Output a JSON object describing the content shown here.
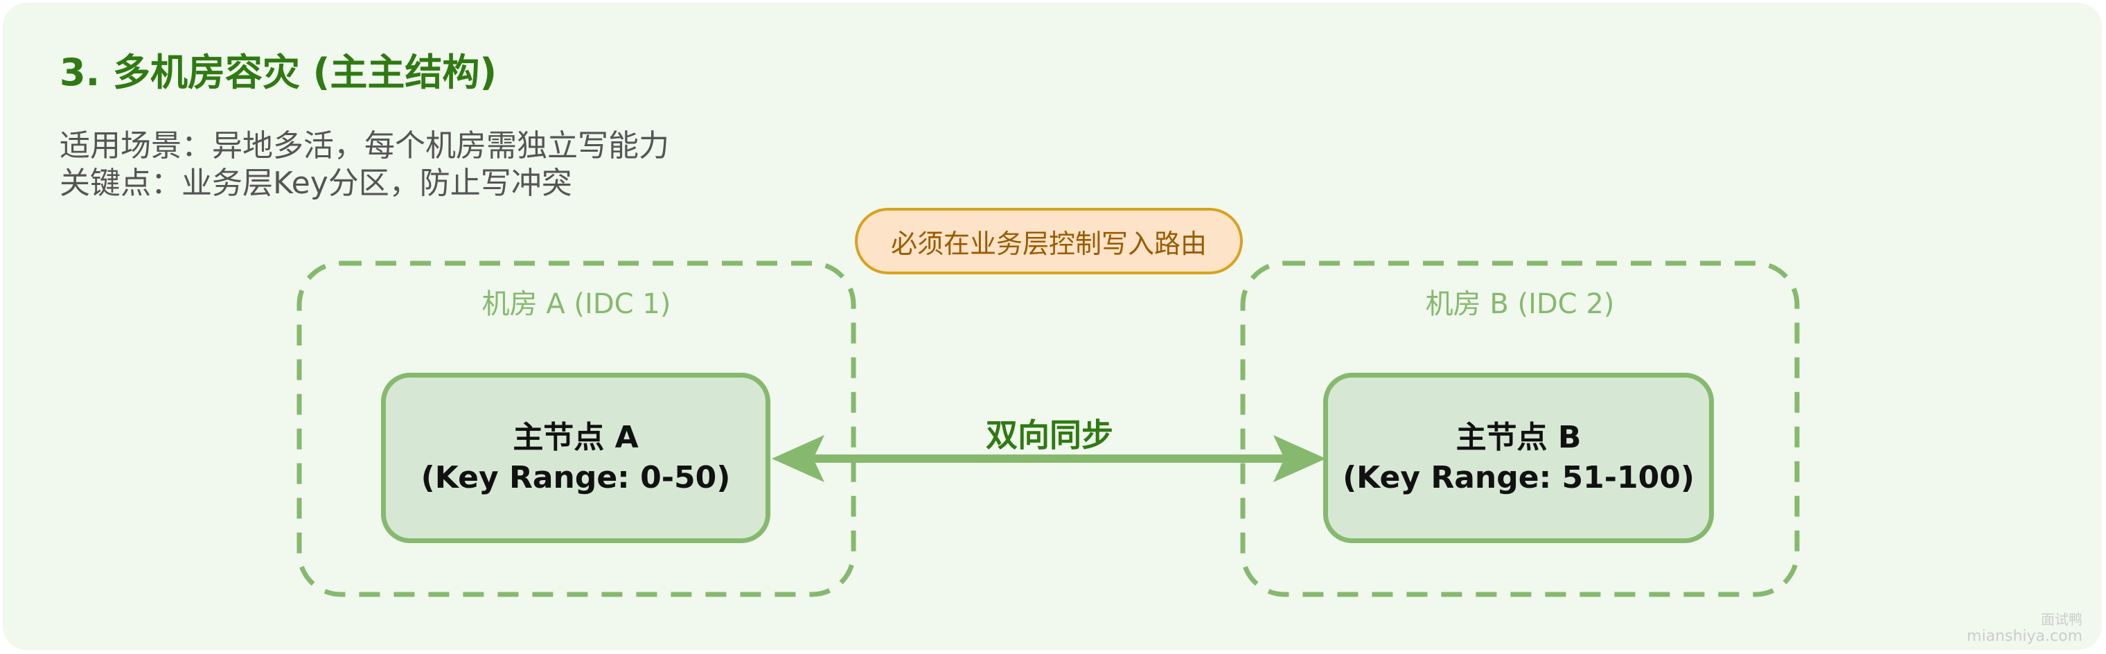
{
  "title": "3. 多机房容灾 (主主结构)",
  "description": {
    "line1": "适用场景：异地多活，每个机房需独立写能力",
    "line2": "关键点：业务层Key分区，防止写冲突"
  },
  "note": "必须在业务层控制写入路由",
  "room_a": {
    "label": "机房 A (IDC 1)",
    "node_title": "主节点 A",
    "node_range": "(Key Range: 0-50)"
  },
  "room_b": {
    "label": "机房 B (IDC 2)",
    "node_title": "主节点 B",
    "node_range": "(Key Range: 51-100)"
  },
  "sync_label": "双向同步",
  "watermark": {
    "line1": "面试鸭",
    "line2": "mianshiya.com"
  },
  "colors": {
    "title_green": "#2f7a12",
    "dashed_border": "#86b96e",
    "node_fill": "#d6e8d4",
    "note_fill": "#fde3c7",
    "note_border": "#d9a21d",
    "background": "#f1f8ee"
  }
}
